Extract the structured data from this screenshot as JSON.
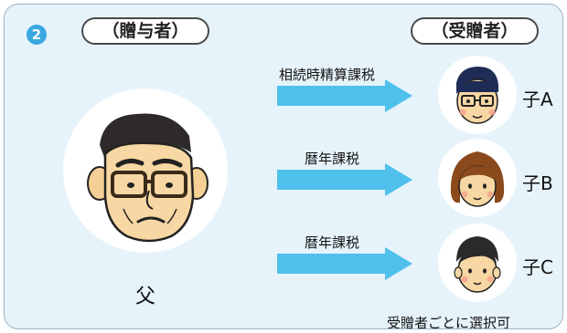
{
  "badge": "2",
  "giver_title": "（贈与者）",
  "recipient_title": "（受贈者）",
  "giver_name": "父",
  "transfers": [
    {
      "tax": "相続時精算課税",
      "recipient": "子A"
    },
    {
      "tax": "暦年課税",
      "recipient": "子B"
    },
    {
      "tax": "暦年課税",
      "recipient": "子C"
    }
  ],
  "note": "受贈者ごとに選択可",
  "colors": {
    "panel_bg": "#e6f3fb",
    "arrow": "#4fc0ec",
    "badge": "#39a8e0",
    "border": "#9fb4c2"
  },
  "icons": {
    "giver": "grandfather-face-icon",
    "children": [
      "boy-face-icon",
      "girl-face-icon",
      "child-face-icon"
    ]
  }
}
